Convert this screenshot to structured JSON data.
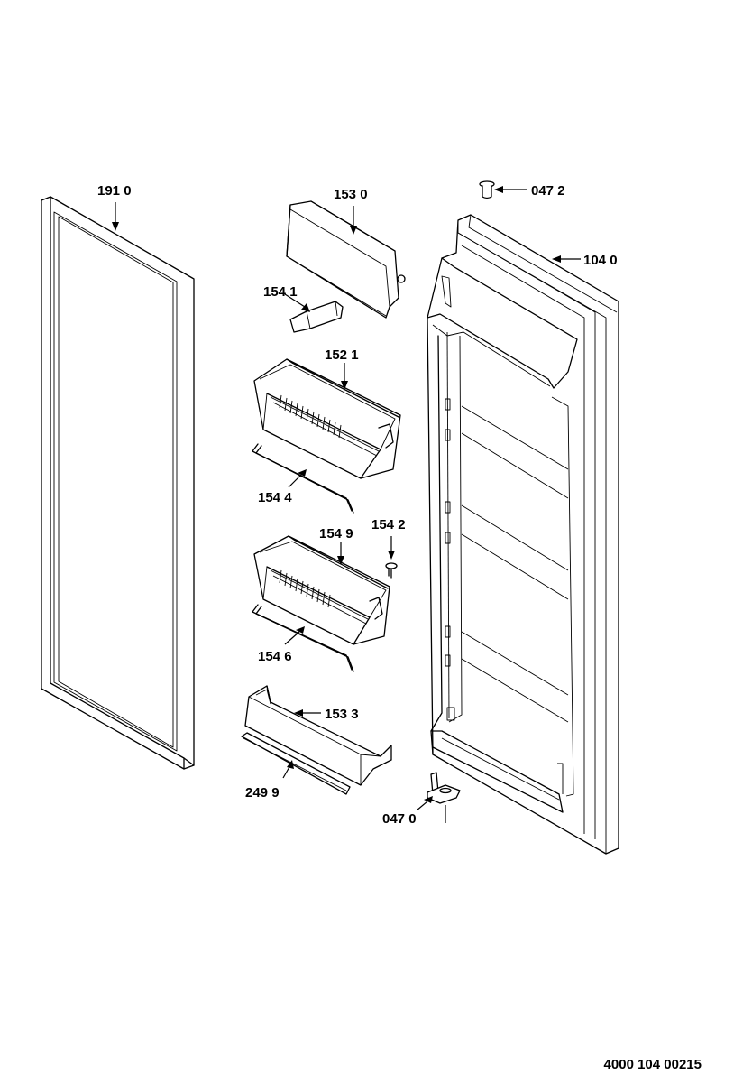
{
  "diagram": {
    "parts": [
      {
        "id": "p1910",
        "label": "191 0",
        "name": "door gasket"
      },
      {
        "id": "p1530",
        "label": "153 0",
        "name": "dairy compartment lid"
      },
      {
        "id": "p1541",
        "label": "154 1",
        "name": "lid hinge clip"
      },
      {
        "id": "p1521",
        "label": "152 1",
        "name": "upper door shelf"
      },
      {
        "id": "p1544",
        "label": "154 4",
        "name": "upper bottle retainer"
      },
      {
        "id": "p1549",
        "label": "154 9",
        "name": "middle door shelf"
      },
      {
        "id": "p1542",
        "label": "154 2",
        "name": "screw"
      },
      {
        "id": "p1546",
        "label": "154 6",
        "name": "middle bottle retainer"
      },
      {
        "id": "p1533",
        "label": "153 3",
        "name": "bottom door shelf"
      },
      {
        "id": "p2499",
        "label": "249 9",
        "name": "shelf trim strip"
      },
      {
        "id": "p0472",
        "label": "047 2",
        "name": "top hinge pin"
      },
      {
        "id": "p1040",
        "label": "104 0",
        "name": "door liner"
      },
      {
        "id": "p0470",
        "label": "047 0",
        "name": "bottom hinge"
      }
    ],
    "document_code": "4000 104 00215"
  }
}
